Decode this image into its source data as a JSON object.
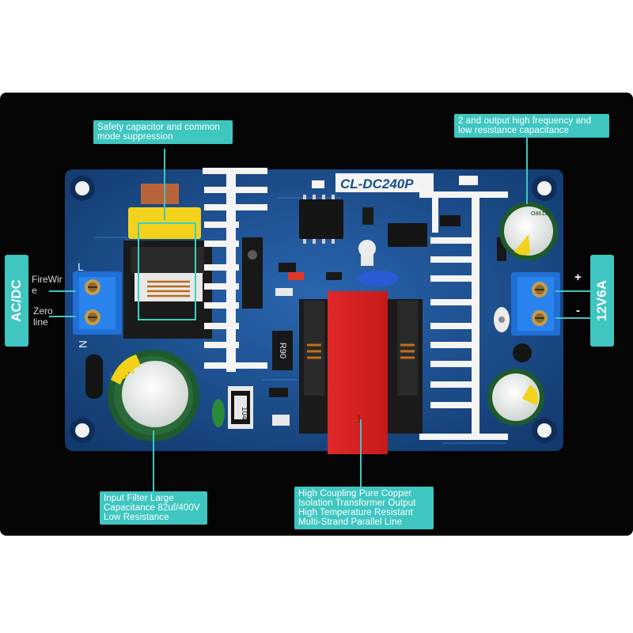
{
  "board": {
    "model_label": "CL-DC240P",
    "transformer_code": "1"
  },
  "components": {
    "resistor_label": "R90",
    "chip_label": "104",
    "cap_large_marking": "OV",
    "cap_small_marking": "O8613"
  },
  "callouts": {
    "safety_capacitor": "Safety capacitor and common\nmode suppression",
    "output_capacitance": "2 and output high frequency and\nlow resistance capacitance",
    "input_filter": "Input Filter Large\nCapacitance 82uf/400V\nLow Resistance",
    "transformer": "High Coupling Pure Copper\nIsolation Transformer Output\nHigh Temperature Resistant\nMulti-Strand Parallel Line"
  },
  "side_labels": {
    "input": "AC/DC",
    "output": "12V6A"
  },
  "terminal_labels": {
    "firewire": "FireWir\ne",
    "zero_line": "Zero\nline",
    "plus": "+",
    "minus": "-"
  },
  "colors": {
    "accent": "#3fc6c0",
    "pcb": "#1a4e8c",
    "panel": "#050505"
  }
}
